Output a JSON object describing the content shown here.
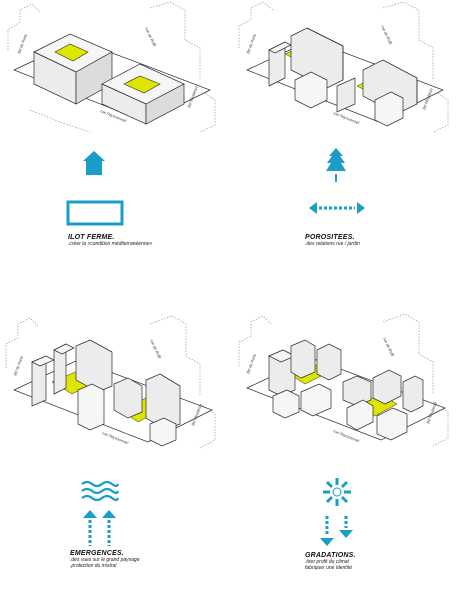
{
  "colors": {
    "accent": "#1a9dc9",
    "courtyard": "#dde600",
    "building": "#f6f6f6",
    "line": "#2a2a2a"
  },
  "streets": {
    "rue_peyssonnel": "rue Peyssonnel",
    "rue_de_ruffi": "rue de Ruffi",
    "bd_de_paris": "Bd de Paris",
    "bd_mirabeau": "Bd Mirabeau"
  },
  "panels": [
    {
      "title": "ILOT FERME.",
      "lines": [
        ".créer la «condition méditerranéenne»"
      ],
      "icons": [
        "house-icon",
        "closed-rectangle-icon"
      ]
    },
    {
      "title": "POROSITEES.",
      "lines": [
        ".des relations rue / jardin"
      ],
      "icons": [
        "tree-icon",
        "double-arrow-icon"
      ]
    },
    {
      "title": "EMERGENCES.",
      "lines": [
        ".des vues sur le grand paysage",
        ".protection du mistral"
      ],
      "icons": [
        "waves-icon",
        "up-arrows-icon"
      ]
    },
    {
      "title": "GRADATIONS.",
      "lines": [
        ".tirer profit du climat",
        "fabriquer une identité"
      ],
      "icons": [
        "sun-icon",
        "down-arrows-icon"
      ]
    }
  ]
}
